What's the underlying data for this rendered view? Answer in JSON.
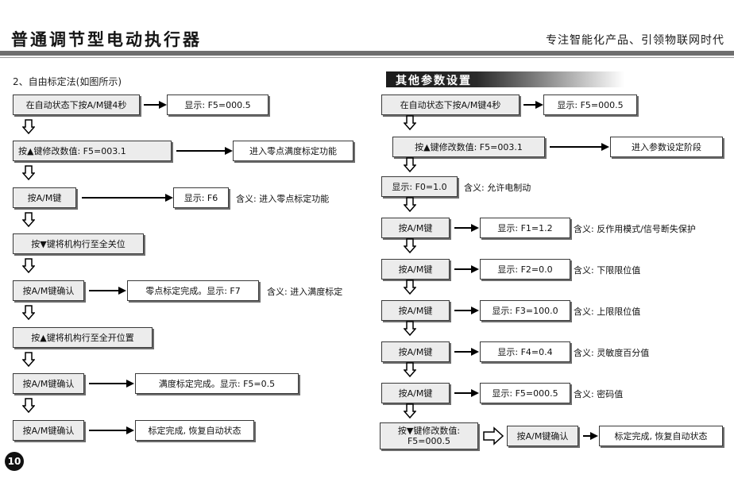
{
  "header": {
    "title": "普通调节型电动执行器",
    "slogan": "专注智能化产品、引领物联网时代"
  },
  "left": {
    "section_title": "2、自由标定法(如图所示)",
    "rows": [
      {
        "key": "在自动状态下按A/M键4秒",
        "result": "显示: F5=000.5",
        "meaning": ""
      },
      {
        "key": "按▲键修改数值: F5=003.1",
        "result": "进入零点满度标定功能",
        "meaning": ""
      },
      {
        "key": "按A/M键",
        "result": "显示: F6",
        "meaning": "含义: 进入零点标定功能"
      },
      {
        "key": "按▼键将机构行至全关位",
        "result": "",
        "meaning": ""
      },
      {
        "key": "按A/M键确认",
        "result": "零点标定完成。显示: F7",
        "meaning": "含义: 进入满度标定"
      },
      {
        "key": "按▲键将机构行至全开位置",
        "result": "",
        "meaning": ""
      },
      {
        "key": "按A/M键确认",
        "result": "满度标定完成。显示: F5=0.5",
        "meaning": ""
      },
      {
        "key": "按A/M键确认",
        "result": "标定完成, 恢复自动状态",
        "meaning": ""
      }
    ]
  },
  "right": {
    "section_title": "其他参数设置",
    "rows": [
      {
        "key": "在自动状态下按A/M键4秒",
        "result": "显示: F5=000.5",
        "meaning": ""
      },
      {
        "key": "按▲键修改数值: F5=003.1",
        "result": "进入参数设定阶段",
        "meaning": ""
      },
      {
        "key": "显示: F0=1.0",
        "result": "",
        "meaning": "含义: 允许电制动"
      },
      {
        "key": "按A/M键",
        "result": "显示: F1=1.2",
        "meaning": "含义: 反作用模式/信号断失保护"
      },
      {
        "key": "按A/M键",
        "result": "显示: F2=0.0",
        "meaning": "含义: 下限限位值"
      },
      {
        "key": "按A/M键",
        "result": "显示: F3=100.0",
        "meaning": "含义: 上限限位值"
      },
      {
        "key": "按A/M键",
        "result": "显示: F4=0.4",
        "meaning": "含义: 灵敏度百分值"
      },
      {
        "key": "按A/M键",
        "result": "显示: F5=000.5",
        "meaning": "含义: 密码值"
      }
    ],
    "final": {
      "key_line1": "按▼键修改数值:",
      "key_line2": "F5=000.5",
      "confirm": "按A/M键确认",
      "result": "标定完成, 恢复自动状态"
    }
  },
  "page_number": "10"
}
